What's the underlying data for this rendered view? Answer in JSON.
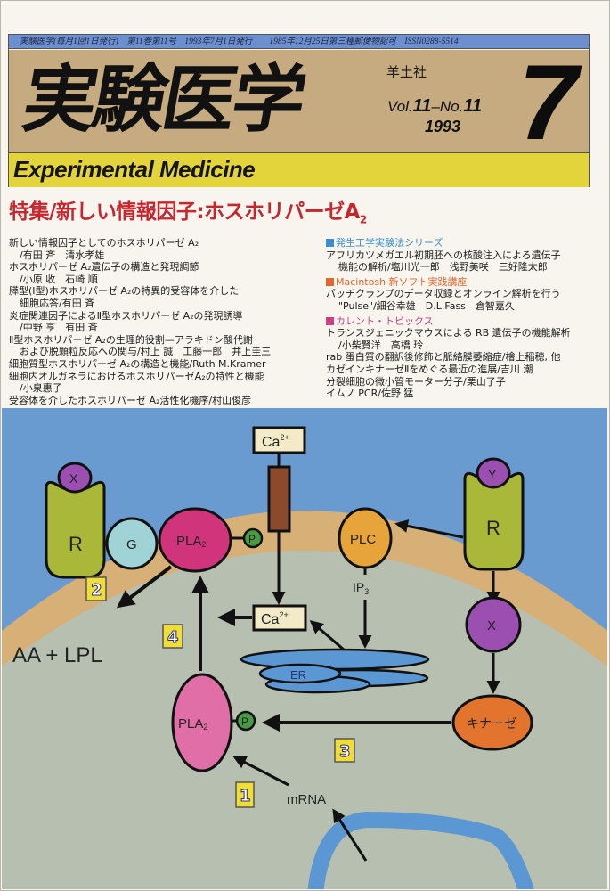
{
  "masthead": {
    "info_line": "実験医学(毎月1回1日発行)　第11巻第11号　1993年7月1日発行　　1985年12月25日第三種郵便物認可　ISSN0288-5514",
    "title_jp": "実験医学",
    "publisher": "羊土社",
    "volume_prefix": "Vol.",
    "volume": "11",
    "number_prefix": "–No.",
    "number": "11",
    "year": "1993",
    "issue_month": "7",
    "title_en": "Experimental Medicine",
    "colors": {
      "info_bar": "#6c8fd0",
      "tan_band": "#c6ab80",
      "yellow_band": "#e2d43a"
    }
  },
  "feature": {
    "title": "特集/新しい情報因子:ホスホリパーゼA",
    "subscript": "2",
    "color": "#c8262e"
  },
  "toc_left": [
    {
      "text": "新しい情報因子としてのホスホリパーゼ A₂",
      "indent": false
    },
    {
      "text": "/有田 斉　清水孝雄",
      "indent": true
    },
    {
      "text": "ホスホリパーゼ A₂遺伝子の構造と発現調節",
      "indent": false
    },
    {
      "text": "/小原 收　石崎 順",
      "indent": true
    },
    {
      "text": "膵型(Ⅰ型)ホスホリパーゼ A₂の特異的受容体を介した",
      "indent": false
    },
    {
      "text": "細胞応答/有田 斉",
      "indent": true
    },
    {
      "text": "炎症関連因子によるⅡ型ホスホリパーゼ A₂の発現誘導",
      "indent": false
    },
    {
      "text": "/中野 亨　有田 斉",
      "indent": true
    },
    {
      "text": "Ⅱ型ホスホリパーゼ A₂の生理的役割—アラキドン酸代謝",
      "indent": false
    },
    {
      "text": "および脱顆粒反応への関与/村上 誠　工藤一郎　井上圭三",
      "indent": true
    },
    {
      "text": "細胞質型ホスホリパーゼ A₂の構造と機能/Ruth M.Kramer",
      "indent": false
    },
    {
      "text": "細胞内オルガネラにおけるホスホリパーゼA₂の特性と機能",
      "indent": false
    },
    {
      "text": "/小泉惠子",
      "indent": true
    },
    {
      "text": "受容体を介したホスホリパーゼ A₂活性化機序/村山俊彦",
      "indent": false
    }
  ],
  "toc_right": {
    "sections": [
      {
        "heading": "発生工学実験法シリーズ",
        "color": "#3b8ed0",
        "cls": "sec-blue",
        "lines": [
          {
            "text": "アフリカツメガエル初期胚への核酸注入による遺伝子",
            "indent": false
          },
          {
            "text": "機能の解析/塩川光一郎　浅野美咲　三好隆太郎",
            "indent": true
          }
        ]
      },
      {
        "heading": "Macintosh 新ソフト実践講座",
        "color": "#e2672e",
        "cls": "sec-orange",
        "lines": [
          {
            "text": "パッチクランプのデータ収録とオンライン解析を行う",
            "indent": false
          },
          {
            "text": "\"Pulse\"/細谷幸雄　D.L.Fass　倉智嘉久",
            "indent": true
          }
        ]
      },
      {
        "heading": "カレント・トピックス",
        "color": "#d33d86",
        "cls": "sec-pink",
        "lines": [
          {
            "text": "トランスジェニックマウスによる RB 遺伝子の機能解析",
            "indent": false
          },
          {
            "text": "/小柴賢洋　高橋 玲",
            "indent": true
          },
          {
            "text": "rab 蛋白質の翻訳後修飾と脈絡膜萎縮症/檜上稲穂, 他",
            "indent": false
          },
          {
            "text": "カゼインキナーゼⅡをめぐる最近の進展/吉川 潮",
            "indent": false
          },
          {
            "text": "分裂細胞の微小管モーター分子/栗山了子",
            "indent": false
          },
          {
            "text": "イムノ PCR/佐野 猛",
            "indent": false
          }
        ]
      }
    ]
  },
  "diagram": {
    "labels": {
      "ca_outside": "Ca",
      "ca_sup": "2+",
      "ca_inside": "Ca",
      "receptor_left": "R",
      "ligand_left": "X",
      "g_protein": "G",
      "pla2_top": "PLA",
      "pla2_sub": "2",
      "phospho": "P",
      "receptor_right": "R",
      "ligand_right": "Y",
      "plc": "PLC",
      "ip3": "IP",
      "ip3_sub": "3",
      "x_mid": "X",
      "kinase": "キナーゼ",
      "er": "ER",
      "pla2_bottom": "PLA",
      "products": "AA + LPL",
      "mrna": "mRNA"
    },
    "steps": [
      "1",
      "2",
      "3",
      "4"
    ],
    "colors": {
      "outside": "#6a9bd0",
      "membrane": "#d7b077",
      "cytosol": "#b7c0b0",
      "receptor": "#aab83a",
      "ligand": "#9b4fb0",
      "g_protein": "#9fd3d6",
      "pla2_top": "#d0347a",
      "pla2_bottom": "#df6fa6",
      "phospho": "#4a9a45",
      "plc": "#e7a43a",
      "kinase": "#e3742e",
      "er": "#5b97d2",
      "channel": "#8c4a2c",
      "ca_box": "#f3ebc8",
      "step_badge": "#f0de35",
      "nucleus": "#5b97d2"
    }
  }
}
